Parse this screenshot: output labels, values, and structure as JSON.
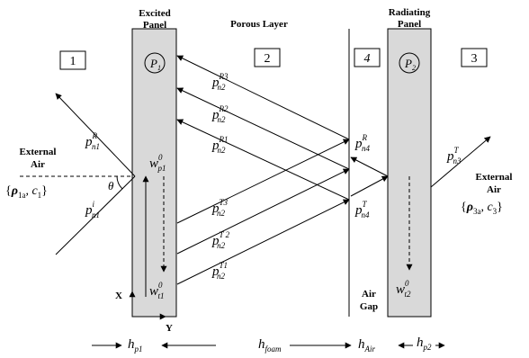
{
  "labels": {
    "excited_panel_line1": "Excited",
    "excited_panel_line2": "Panel",
    "porous_layer": "Porous Layer",
    "radiating_panel_line1": "Radiating",
    "radiating_panel_line2": "Panel",
    "external_air_left_line1": "External",
    "external_air_left_line2": "Air",
    "external_air_right_line1": "External",
    "external_air_right_line2": "Air",
    "air_gap_line1": "Air",
    "air_gap_line2": "Gap",
    "x_axis": "X",
    "y_axis": "Y",
    "theta": "θ"
  },
  "region_boxes": {
    "box1": "1",
    "box2": "2",
    "box3": "3",
    "box4": "4"
  },
  "panel_circles": {
    "p1_base": "P",
    "p1_sub": "1",
    "p2_base": "P",
    "p2_sub": "2"
  },
  "medium_left": {
    "rho": "ρ",
    "rho_sub": "1a",
    "c": "c",
    "c_sub": "1"
  },
  "medium_right": {
    "rho": "ρ",
    "rho_sub": "3a",
    "c": "c",
    "c_sub": "3"
  },
  "pressures": {
    "pR_n1": {
      "base": "p",
      "sub": "n1",
      "sup": "R"
    },
    "pi_n1": {
      "base": "p",
      "sub": "n1",
      "sup": "i"
    },
    "pR3_n2": {
      "base": "p",
      "sub": "n2",
      "sup": "R3"
    },
    "pR2_n2": {
      "base": "p",
      "sub": "n2",
      "sup": "R2"
    },
    "pR1_n2": {
      "base": "p",
      "sub": "n2",
      "sup": "R1"
    },
    "pT3_n2": {
      "base": "p",
      "sub": "n2",
      "sup": "T3"
    },
    "pT2_n2": {
      "base": "p",
      "sub": "n2",
      "sup": "T 2"
    },
    "pT1_n2": {
      "base": "p",
      "sub": "n2",
      "sup": "T1"
    },
    "pR_n4": {
      "base": "p",
      "sub": "n4",
      "sup": "R"
    },
    "pT_n4": {
      "base": "p",
      "sub": "n4",
      "sup": "T"
    },
    "pT_n3": {
      "base": "p",
      "sub": "n3",
      "sup": "T"
    }
  },
  "velocities": {
    "w0_p1": {
      "base": "w",
      "sub": "p1",
      "sup": "0"
    },
    "w0_t1": {
      "base": "w",
      "sub": "t1",
      "sup": "0"
    },
    "w0_t2": {
      "base": "w",
      "sub": "t2",
      "sup": "0"
    }
  },
  "thickness": {
    "h_p1": {
      "base": "h",
      "sub": "p1"
    },
    "h_foam": {
      "base": "h",
      "sub": "foam"
    },
    "h_Air": {
      "base": "h",
      "sub": "Air"
    },
    "h_p2": {
      "base": "h",
      "sub": "p2"
    }
  },
  "colors": {
    "panel_fill": "#d9d9d9",
    "stroke": "#000000"
  }
}
